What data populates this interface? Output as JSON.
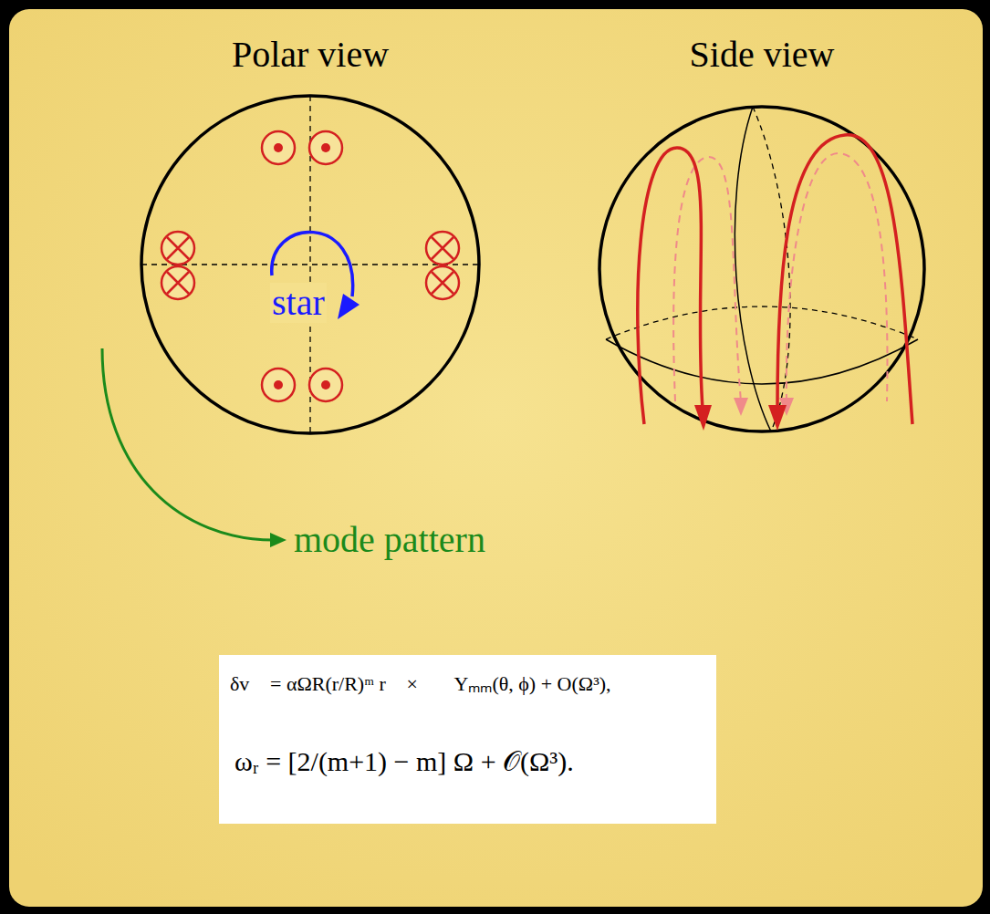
{
  "diagram": {
    "labels": [
      "Polar view",
      "Side view",
      "star",
      "mode pattern",
      "δv⃗ = αΩR(r/R)ᵐ r⃗ × ∇⃗Yₘₘ(θ, ϕ) + O(Ω³),",
      "ωᵣ = [2/(m+1) − m] Ω + 𝒪(Ω³)."
    ]
  }
}
